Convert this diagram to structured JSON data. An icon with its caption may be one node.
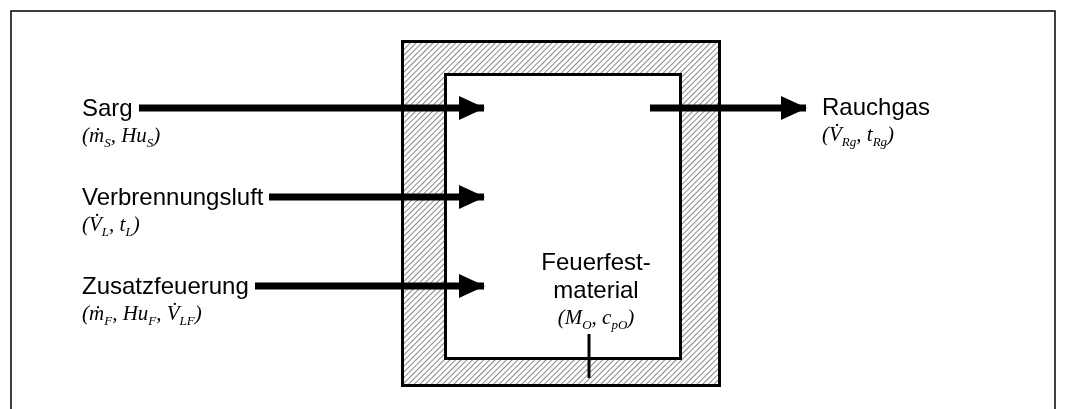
{
  "diagram": {
    "nodes": [
      {
        "text": [],
        "shape": "box"
      },
      {
        "text": [],
        "shape": "box",
        "in": 0
      },
      {
        "text": [
          "Sarg",
          "(ṁ$_{S}$, Hu$_{S}$)"
        ]
      },
      {
        "text": [
          "Verbrennungsluft",
          "(V̇$_{L}$, t$_{L}$)"
        ]
      },
      {
        "text": [
          "Zusatzfeuerung",
          "(ṁ$_{F}$, Hu$_{F}$, V̇$_{LF}$)"
        ]
      },
      {
        "text": [
          "Rauchgas",
          "(V̇$_{Rg}$, t$_{Rg}$)"
        ]
      },
      {
        "text": [
          "Feuerfest-material",
          "(M$_{O}$, c$_{pO}$)"
        ],
        "in": 1
      }
    ],
    "edges": [
      {
        "from": 2,
        "to": 1,
        "arrow": "to"
      },
      {
        "from": 3,
        "to": 1,
        "arrow": "to"
      },
      {
        "from": 4,
        "to": 1,
        "arrow": "to"
      },
      {
        "from": 1,
        "to": 5,
        "arrow": "to"
      },
      {
        "from": 6,
        "to": 0,
        "arrow": "none"
      }
    ]
  }
}
